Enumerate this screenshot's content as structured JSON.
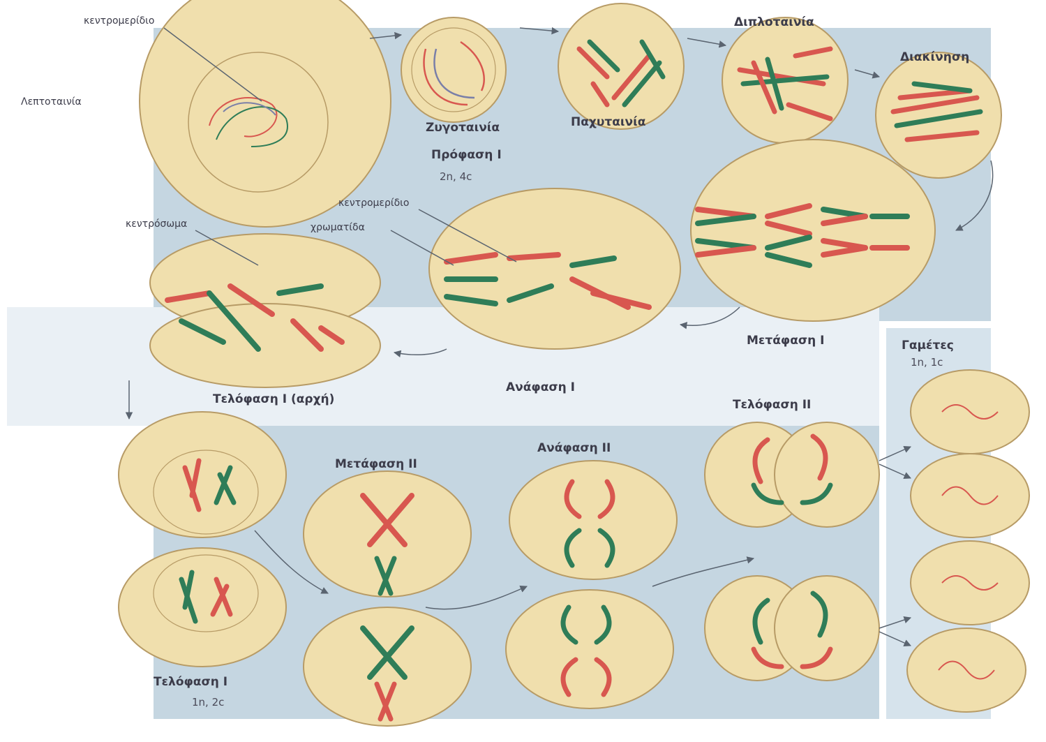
{
  "diagram": {
    "colors": {
      "panel": "#c5d6e1",
      "panel_light": "#e3ecf2",
      "cell": "#f0dfad",
      "cell_edge": "#b79b66",
      "red": "#d8574f",
      "green": "#2f7d58",
      "arrow": "#5a6470"
    },
    "labels": {
      "centromere_top": "κεντρομερίδιο",
      "leptotene": "Λεπτοταινία",
      "zygotene": "Ζυγοταινία",
      "pachytene": "Παχυταινία",
      "diplotene": "Διπλοταινία",
      "diakinesis": "Διακίνηση",
      "prophase_1": "Πρόφαση Ι",
      "prophase_1_ploidy": "2n, 4c",
      "centromere_mid": "κεντρομερίδιο",
      "centrosome": "κεντρόσωμα",
      "chromatid": "χρωματίδα",
      "metaphase_1": "Μετάφαση Ι",
      "anaphase_1": "Ανάφαση Ι",
      "telophase_1_start": "Τελόφαση Ι (αρχή)",
      "gametes": "Γαμέτες",
      "gametes_ploidy": "1n, 1c",
      "metaphase_2": "Μετάφαση ΙΙ",
      "anaphase_2": "Ανάφαση ΙΙ",
      "telophase_2": "Τελόφαση ΙΙ",
      "telophase_1": "Τελόφαση Ι",
      "telophase_1_ploidy": "1n, 2c"
    }
  }
}
